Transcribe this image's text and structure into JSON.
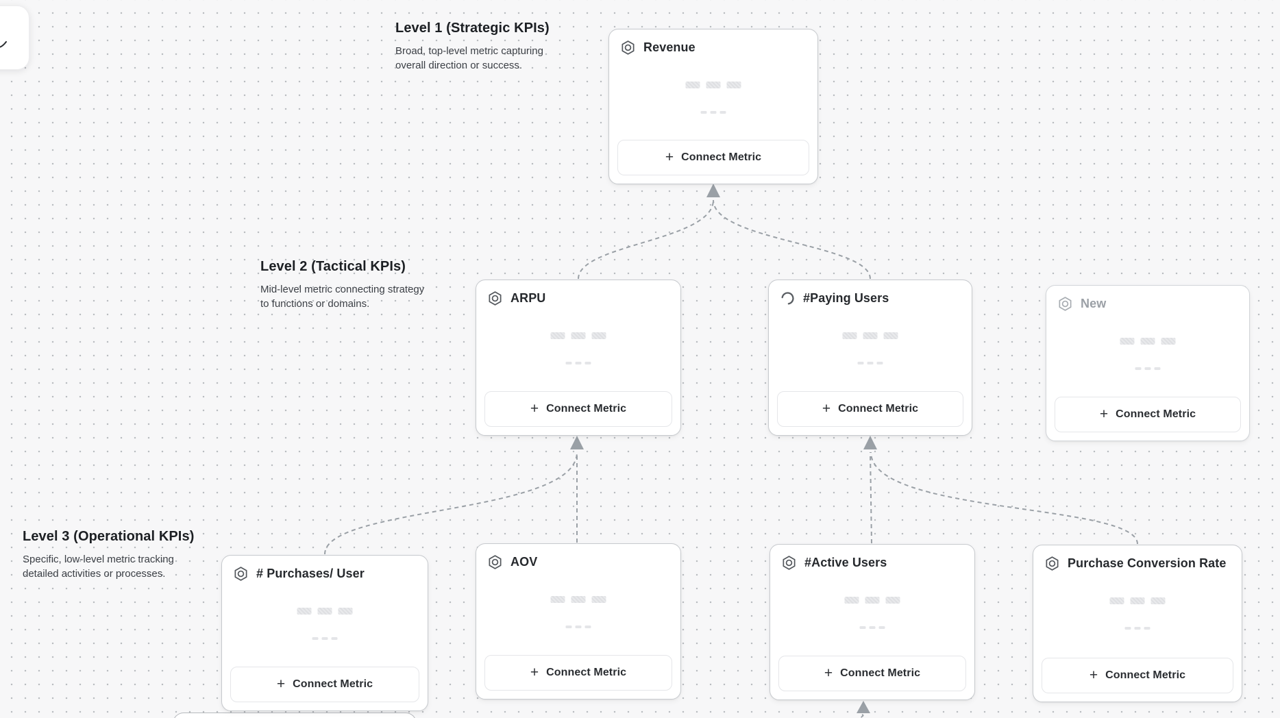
{
  "ui": {
    "plus_glyph": "+"
  },
  "levels": [
    {
      "title": "Level 1 (Strategic KPIs)",
      "description": "Broad, top-level metric capturing overall direction or success."
    },
    {
      "title": "Level 2 (Tactical KPIs)",
      "description": "Mid-level metric connecting strategy to functions or domains."
    },
    {
      "title": "Level 3 (Operational KPIs)",
      "description": "Specific, low-level metric tracking detailed activities or processes."
    }
  ],
  "cards": [
    {
      "id": "revenue",
      "level": 1,
      "title": "Revenue",
      "icon": "metric-hexagon-icon",
      "muted": false,
      "button_label": "Connect Metric"
    },
    {
      "id": "arpu",
      "level": 2,
      "title": "ARPU",
      "icon": "metric-hexagon-icon",
      "muted": false,
      "button_label": "Connect Metric"
    },
    {
      "id": "paying-users",
      "level": 2,
      "title": "#Paying Users",
      "icon": "spinner-icon",
      "muted": false,
      "button_label": "Connect Metric"
    },
    {
      "id": "new",
      "level": 2,
      "title": "New",
      "icon": "metric-hexagon-icon",
      "muted": true,
      "button_label": "Connect Metric"
    },
    {
      "id": "purchases-per-user",
      "level": 3,
      "title": "# Purchases/ User",
      "icon": "metric-hexagon-icon",
      "muted": false,
      "button_label": "Connect Metric"
    },
    {
      "id": "aov",
      "level": 3,
      "title": "AOV",
      "icon": "metric-hexagon-icon",
      "muted": false,
      "button_label": "Connect Metric"
    },
    {
      "id": "active-users",
      "level": 3,
      "title": "#Active Users",
      "icon": "metric-hexagon-icon",
      "muted": false,
      "button_label": "Connect Metric"
    },
    {
      "id": "purchase-conversion-rate",
      "level": 3,
      "title": "Purchase Conversion Rate",
      "icon": "metric-hexagon-icon",
      "muted": false,
      "button_label": "Connect Metric"
    }
  ]
}
